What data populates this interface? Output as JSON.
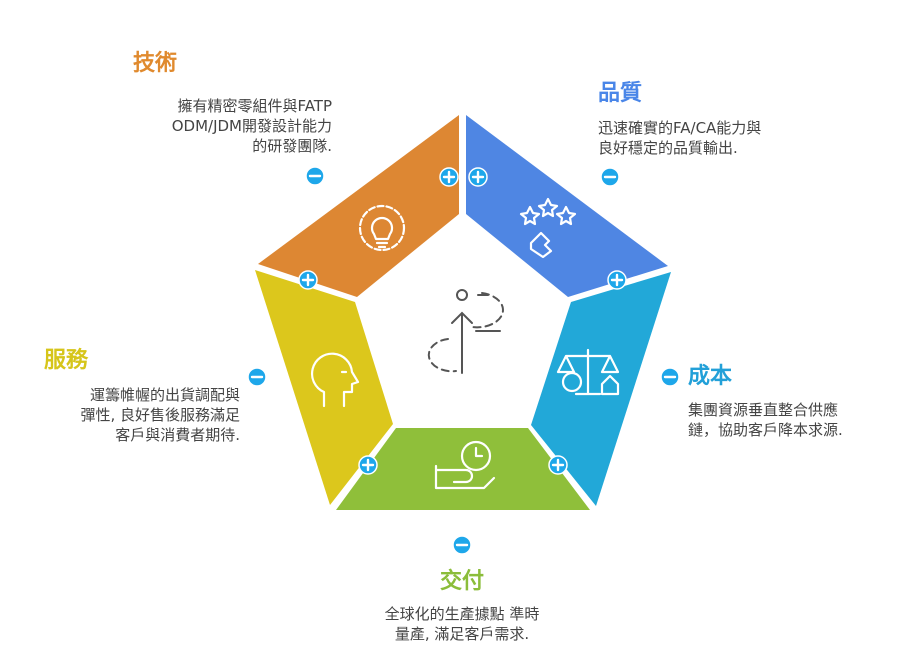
{
  "colors": {
    "technology": "#dd8733",
    "quality": "#4f86e3",
    "cost": "#22a8d8",
    "delivery": "#8fbf3a",
    "service": "#dcc71c",
    "badge": "#1ea7ea"
  },
  "segments": [
    {
      "key": "technology",
      "title": "技術",
      "description_lines": [
        "擁有精密零組件與FATP",
        "ODM/JDM開發設計能力",
        "的研發團隊."
      ],
      "icon": "lightbulb-gear-icon"
    },
    {
      "key": "quality",
      "title": "品質",
      "description_lines": [
        "迅速確實的FA/CA能力與",
        "良好穩定的品質輸出."
      ],
      "icon": "stars-hand-icon"
    },
    {
      "key": "cost",
      "title": "成本",
      "description_lines": [
        "集團資源垂直整合供應",
        "鏈，協助客戶降本求源."
      ],
      "icon": "balance-scale-icon"
    },
    {
      "key": "delivery",
      "title": "交付",
      "description_lines": [
        "全球化的生產據點 準時",
        "量產, 滿足客戶需求."
      ],
      "icon": "clock-hand-icon"
    },
    {
      "key": "service",
      "title": "服務",
      "description_lines": [
        "運籌帷幄的出貨調配與",
        "彈性, 良好售後服務滿足",
        "客戶與消費者期待."
      ],
      "icon": "head-profile-icon"
    }
  ],
  "center_icon": "growth-arrow-icon"
}
